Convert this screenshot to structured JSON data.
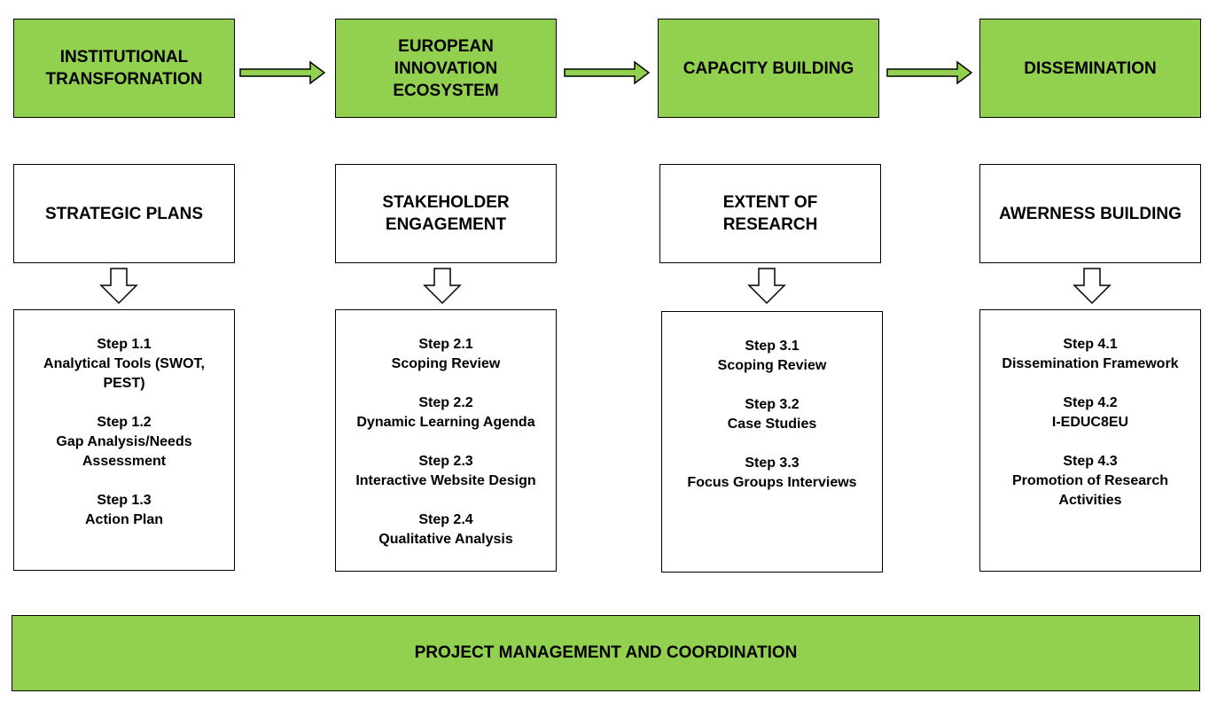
{
  "colors": {
    "green": "#92d050",
    "border": "#000000"
  },
  "phases": [
    {
      "title": "INSTITUTIONAL\nTRANSFORNATION"
    },
    {
      "title": "EUROPEAN\nINNOVATION\nECOSYSTEM"
    },
    {
      "title": "CAPACITY BUILDING"
    },
    {
      "title": "DISSEMINATION"
    }
  ],
  "objectives": [
    {
      "title": "STRATEGIC PLANS"
    },
    {
      "title": "STAKEHOLDER\nENGAGEMENT"
    },
    {
      "title": "EXTENT OF\nRESEARCH"
    },
    {
      "title": "AWERNESS BUILDING"
    }
  ],
  "steps": [
    [
      {
        "num": "Step 1.1",
        "desc": "Analytical Tools (SWOT,\nPEST)"
      },
      {
        "num": "Step 1.2",
        "desc": "Gap Analysis/Needs\nAssessment"
      },
      {
        "num": "Step 1.3",
        "desc": "Action Plan"
      }
    ],
    [
      {
        "num": "Step 2.1",
        "desc": "Scoping Review"
      },
      {
        "num": "Step 2.2",
        "desc": "Dynamic Learning Agenda"
      },
      {
        "num": "Step 2.3",
        "desc": "Interactive Website Design"
      },
      {
        "num": "Step 2.4",
        "desc": "Qualitative Analysis"
      }
    ],
    [
      {
        "num": "Step 3.1",
        "desc": "Scoping Review"
      },
      {
        "num": "Step 3.2",
        "desc": "Case Studies"
      },
      {
        "num": "Step 3.3",
        "desc": "Focus Groups Interviews"
      }
    ],
    [
      {
        "num": "Step 4.1",
        "desc": "Dissemination Framework"
      },
      {
        "num": "Step 4.2",
        "desc": "I-EDUC8EU"
      },
      {
        "num": "Step 4.3",
        "desc": "Promotion of Research\nActivities"
      }
    ]
  ],
  "footer": {
    "title": "PROJECT MANAGEMENT AND COORDINATION"
  }
}
